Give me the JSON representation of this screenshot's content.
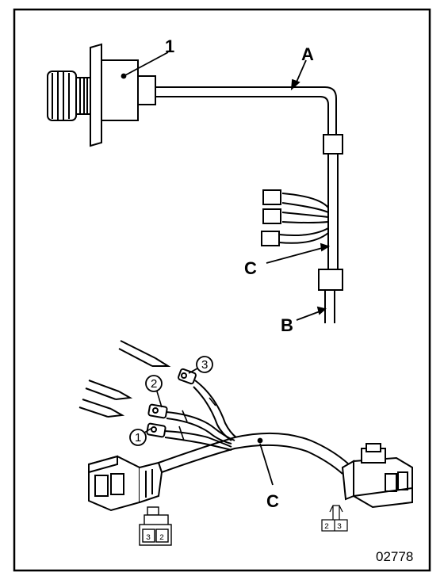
{
  "labels": {
    "part_1": "1",
    "wire_a": "A",
    "wire_b": "B",
    "harness_c_top": "C",
    "harness_c_bottom": "C",
    "terminal_1": "1",
    "terminal_2": "2",
    "terminal_3": "3",
    "connector_left_pins": [
      "3",
      "2"
    ],
    "connector_right_pins": [
      "2",
      "3"
    ]
  },
  "figure_code": "02778",
  "colors": {
    "ink": "#000000",
    "paper": "#ffffff"
  }
}
